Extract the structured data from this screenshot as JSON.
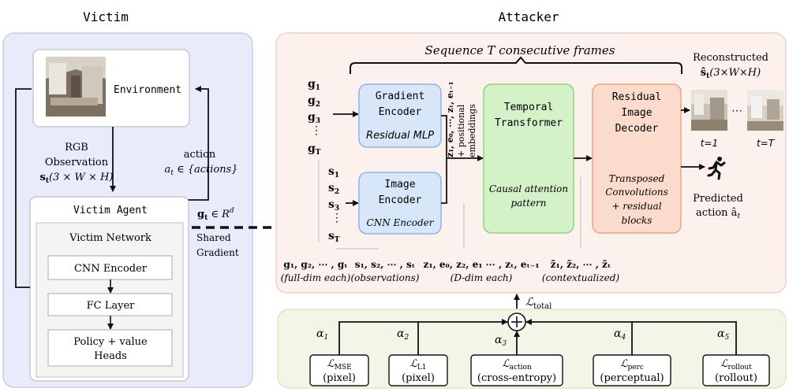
{
  "victim": {
    "title": "Victim",
    "environment": "Environment",
    "rgb": "RGB",
    "observation": "Observation",
    "obs_symbol": "s",
    "obs_sub": "t",
    "obs_shape": "(3 × W × H)",
    "action_label": "action",
    "action_set": "a",
    "action_set_sub": "t",
    "action_set_rest": " ∈ {actions}",
    "agent": "Victim Agent",
    "network": "Victim Network",
    "cnn_encoder": "CNN Encoder",
    "fc_layer": "FC Layer",
    "policy_line1": "Policy + value",
    "policy_line2": "Heads",
    "grad_symbol": "g",
    "grad_sub": "t",
    "grad_rest": " ∈ R",
    "grad_sup": "d",
    "shared": "Shared",
    "gradient": "Gradient"
  },
  "attacker": {
    "title": "Attacker",
    "sequence": "Sequence T consecutive frames",
    "grad_inputs": [
      {
        "base": "g",
        "sub": "1"
      },
      {
        "base": "g",
        "sub": "2"
      },
      {
        "base": "g",
        "sub": "3"
      },
      {
        "base": "⋮",
        "sub": ""
      },
      {
        "base": "g",
        "sub": "T"
      }
    ],
    "obs_inputs": [
      {
        "base": "s",
        "sub": "1"
      },
      {
        "base": "s",
        "sub": "2"
      },
      {
        "base": "s",
        "sub": "3"
      },
      {
        "base": "⋮",
        "sub": ""
      },
      {
        "base": "s",
        "sub": "T"
      }
    ],
    "gradient_encoder": "Gradient",
    "gradient_encoder2": "Encoder",
    "residual_mlp": "Residual MLP",
    "image_encoder": "Image",
    "image_encoder2": "Encoder",
    "cnn_encoder": "CNN Encoder",
    "token_seq": "z₁, e₀, ⋯, zₜ, eₜ₋₁",
    "positional1": "+ positional",
    "positional2": "embeddings",
    "temporal1": "Temporal",
    "temporal2": "Transformer",
    "causal1": "Causal attention",
    "causal2": "pattern",
    "decoder1": "Residual",
    "decoder2": "Image",
    "decoder3": "Decoder",
    "transposed1": "Transposed",
    "transposed2": "Convolutions",
    "transposed3": "+ residual",
    "transposed4": "blocks",
    "reconstructed": "Reconstructed",
    "recon_symbol": "ŝ",
    "recon_sub": "t",
    "recon_shape": "(3×W×H)",
    "frame_first": "t=1",
    "frame_dots": "⋯",
    "frame_last": "t=T",
    "predicted1": "Predicted",
    "predicted2": "action â",
    "predicted_sub": "t",
    "bottom_g": "g₁, g₂, ⋯ , gₜ",
    "bottom_g_note": "(full-dim each)",
    "bottom_s": "s₁, s₂, ⋯ , sₜ",
    "bottom_s_note": "(observations)",
    "bottom_z": "z₁, e₀, z₂, e₁ ⋯ , zₜ, eₜ₋₁",
    "bottom_z_note": "(D-dim each)",
    "bottom_zt": "z̃₁, z̃₂, ⋯ , z̃ₜ",
    "bottom_zt_note": "(contextualized)",
    "loss_total": "ℒ",
    "loss_total_sub": "total"
  },
  "losses": [
    {
      "alpha": "α",
      "alpha_sub": "1",
      "name": "ℒ",
      "sub": "MSE",
      "type": "(pixel)"
    },
    {
      "alpha": "α",
      "alpha_sub": "2",
      "name": "ℒ",
      "sub": "L1",
      "type": "(pixel)"
    },
    {
      "alpha": "α",
      "alpha_sub": "3",
      "name": "ℒ",
      "sub": "action",
      "type": "(cross-entropy)"
    },
    {
      "alpha": "α",
      "alpha_sub": "4",
      "name": "ℒ",
      "sub": "perc",
      "type": "(perceptual)"
    },
    {
      "alpha": "α",
      "alpha_sub": "5",
      "name": "ℒ",
      "sub": "rollout",
      "type": "(rollout)"
    }
  ],
  "colors": {
    "victim_bg": "#e9ebfa",
    "attacker_bg": "#fdf1ee",
    "loss_bg": "#f3f6e6",
    "encoder_fill": "#d7e6f8",
    "encoder_stroke": "#8eb5e2",
    "transformer_fill": "#d3f2c8",
    "transformer_stroke": "#8fd37a",
    "decoder_fill": "#fbdccc",
    "decoder_stroke": "#eea583"
  }
}
